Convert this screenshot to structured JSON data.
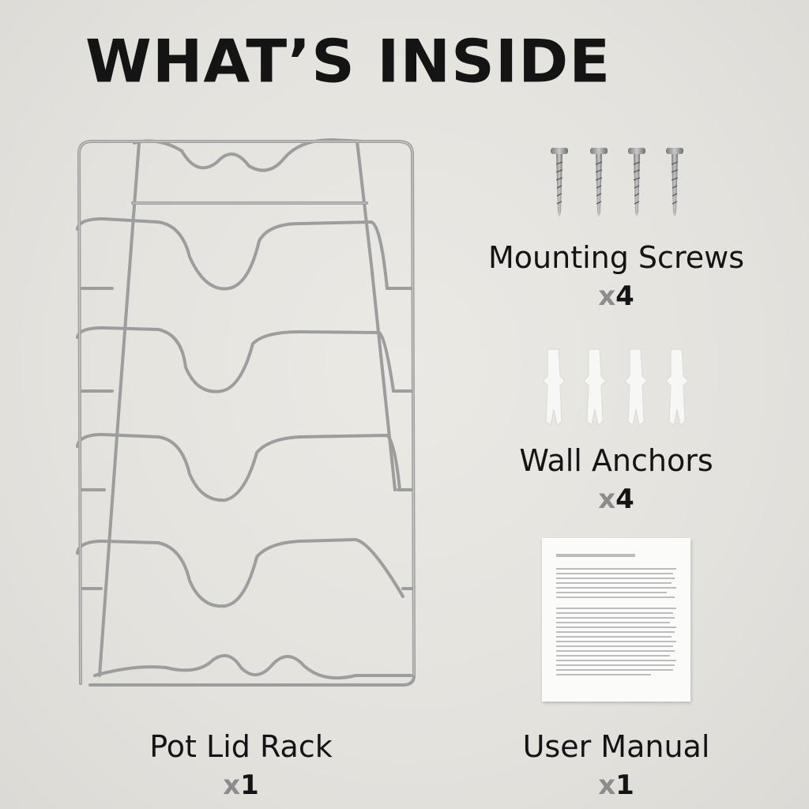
{
  "header": {
    "title": "WHAT’S INSIDE"
  },
  "items": [
    {
      "label": "Pot Lid Rack",
      "qty_prefix": "x",
      "qty_value": "1"
    },
    {
      "label": "Mounting Screws",
      "qty_prefix": "x",
      "qty_value": "4"
    },
    {
      "label": "Wall Anchors",
      "qty_prefix": "x",
      "qty_value": "4"
    },
    {
      "label": "User Manual",
      "qty_prefix": "x",
      "qty_value": "1"
    }
  ],
  "colors": {
    "background": "#e6e4df",
    "text": "#141414",
    "quantity_x": "#8c8c8c",
    "metal": "#a8a8a8"
  },
  "icons": [
    "pot-lid-rack-image",
    "screw-icon",
    "wall-anchor-icon",
    "manual-document-icon"
  ]
}
